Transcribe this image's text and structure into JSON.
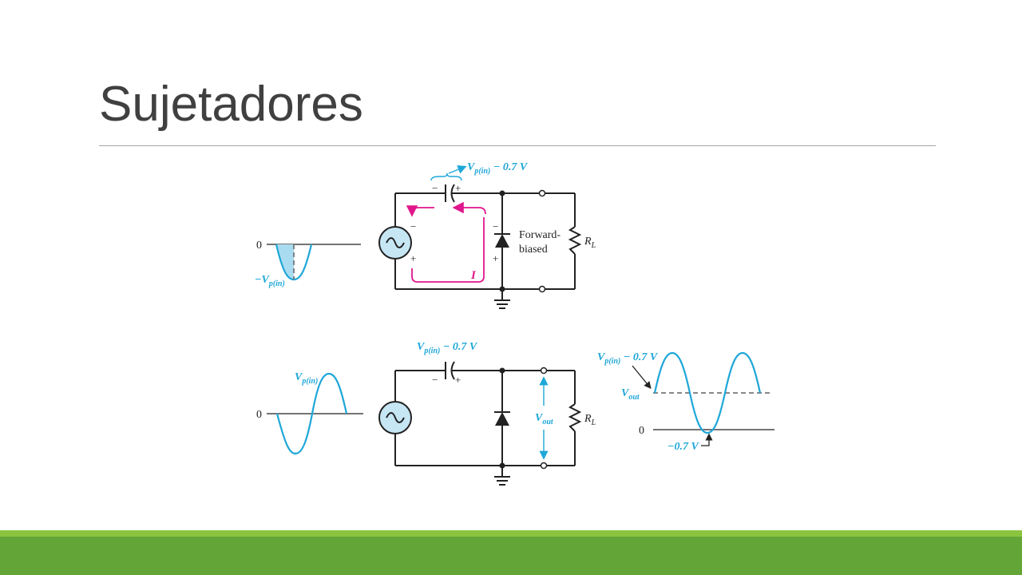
{
  "slide": {
    "title": "Sujetadores"
  },
  "top_circuit": {
    "cap_voltage": {
      "v": "V",
      "sub": "p(in)",
      "rest": " − 0.7 V"
    },
    "cap_minus": "−",
    "cap_plus": "+",
    "diode_minus": "−",
    "diode_plus": "+",
    "source_minus": "−",
    "source_plus": "+",
    "diode_label_line1": "Forward-",
    "diode_label_line2": "biased",
    "load_label": {
      "r": "R",
      "sub": "L"
    },
    "current_label": "I",
    "input_zero": "0",
    "input_peak": {
      "v": "−V",
      "sub": "p(in)"
    }
  },
  "bottom_circuit": {
    "cap_voltage": {
      "v": "V",
      "sub": "p(in)",
      "rest": " − 0.7 V"
    },
    "cap_minus": "−",
    "cap_plus": "+",
    "vout": {
      "v": "V",
      "sub": "out"
    },
    "load_label": {
      "r": "R",
      "sub": "L"
    },
    "input_zero": "0",
    "input_peak": {
      "v": "V",
      "sub": "p(in)"
    }
  },
  "output_wave": {
    "peak": {
      "v": "V",
      "sub": "p(in)",
      "rest": " − 0.7 V"
    },
    "vout": {
      "v": "V",
      "sub": "out"
    },
    "zero": "0",
    "min": "−0.7 V"
  },
  "colors": {
    "accent_blue": "#1fa7d8",
    "current_magenta": "#e0168c",
    "bar_light": "#8bc53f",
    "bar_dark": "#63a536",
    "title": "#404040"
  }
}
